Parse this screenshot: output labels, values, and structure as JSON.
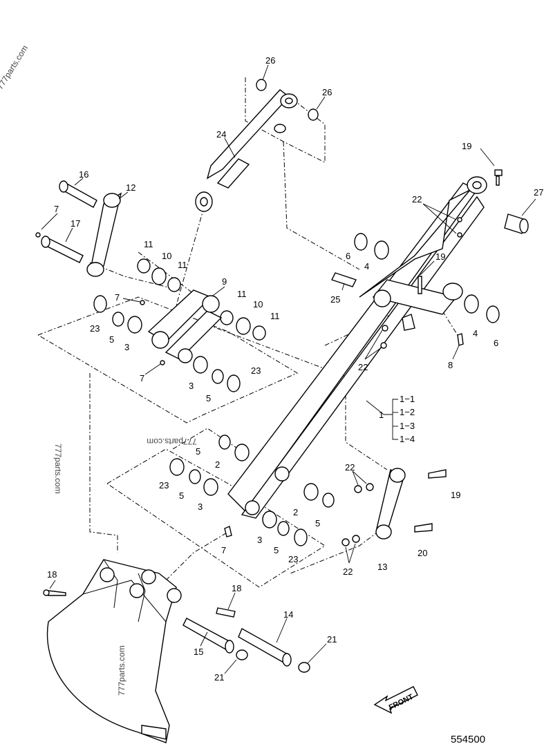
{
  "diagram": {
    "reference_number": "554500",
    "front_label": "FRONT",
    "watermarks": [
      "777parts.com",
      "777parts.com",
      "777parts.com",
      "777parts.com"
    ],
    "callouts": {
      "c26a": "26",
      "c26b": "26",
      "c24": "24",
      "c16": "16",
      "c12": "12",
      "c7a": "7",
      "c17": "17",
      "c11a": "11",
      "c10a": "10",
      "c11b": "11",
      "c9": "9",
      "c7b": "7",
      "c11c": "11",
      "c10b": "10",
      "c11d": "11",
      "c23a": "23",
      "c5a": "5",
      "c3a": "3",
      "c7c": "7",
      "c3b": "3",
      "c5b": "5",
      "c23b": "23",
      "c19a": "19",
      "c27": "27",
      "c22a": "22",
      "c6a": "6",
      "c4a": "4",
      "c19b": "19",
      "c25": "25",
      "c4b": "4",
      "c6b": "6",
      "c8": "8",
      "c22b": "22",
      "c1": "1",
      "c1_1": "1−1",
      "c1_2": "1−2",
      "c1_3": "1−3",
      "c1_4": "1−4",
      "c5c": "5",
      "c2a": "2",
      "c23c": "23",
      "c5d": "5",
      "c3c": "3",
      "c2b": "2",
      "c5e": "5",
      "c7d": "7",
      "c3d": "3",
      "c5f": "5",
      "c23d": "23",
      "c22c": "22",
      "c19c": "19",
      "c20": "20",
      "c13": "13",
      "c22d": "22",
      "c18a": "18",
      "c18b": "18",
      "c14": "14",
      "c15": "15",
      "c21a": "21",
      "c21b": "21"
    }
  }
}
